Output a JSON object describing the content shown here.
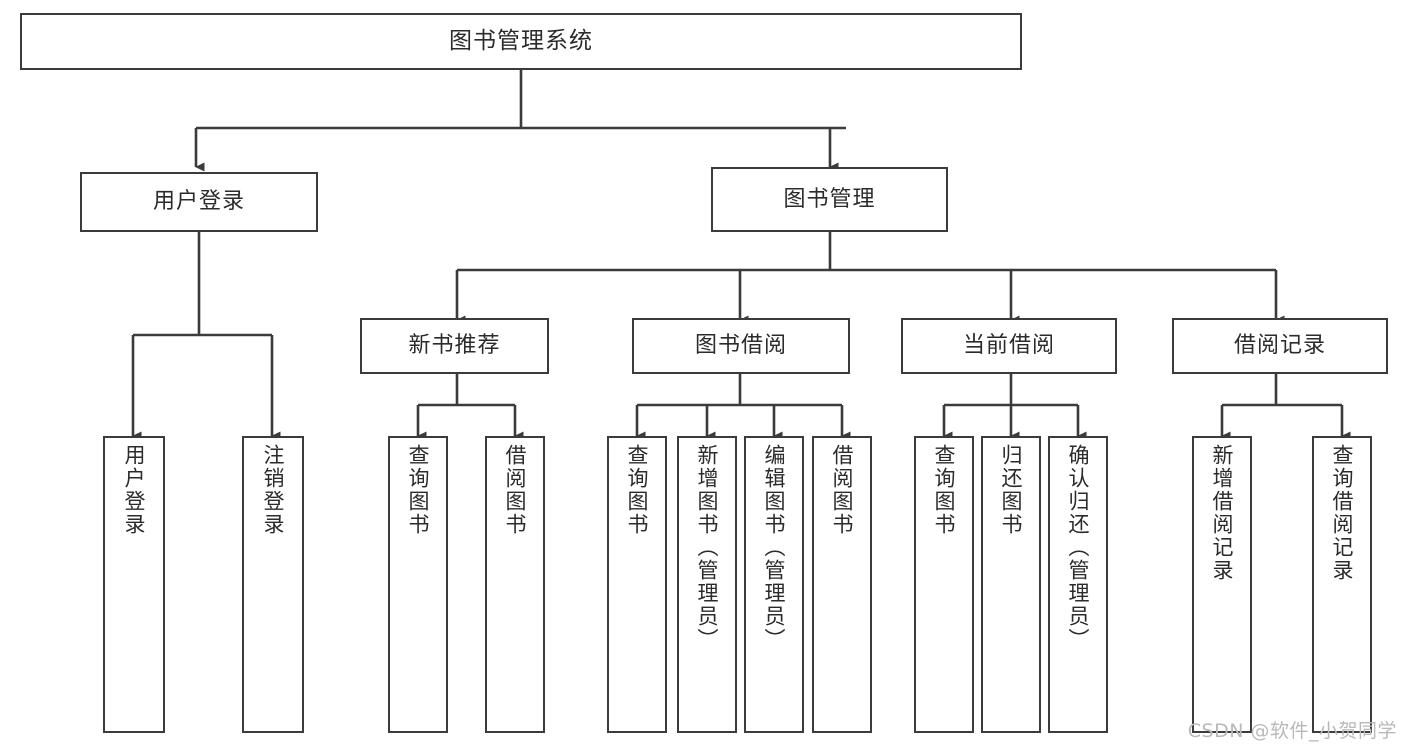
{
  "diagram": {
    "title_node": {
      "label": "图书管理系统"
    },
    "level2": [
      {
        "id": "user-login",
        "label": "用户登录"
      },
      {
        "id": "book-management",
        "label": "图书管理"
      }
    ],
    "level3": [
      {
        "id": "new-book-recommend",
        "label": "新书推荐"
      },
      {
        "id": "book-borrow",
        "label": "图书借阅"
      },
      {
        "id": "current-borrow",
        "label": "当前借阅"
      },
      {
        "id": "borrow-record",
        "label": "借阅记录"
      }
    ],
    "leaves": [
      {
        "id": "leaf-user-login",
        "label": "用户登录"
      },
      {
        "id": "leaf-logout-login",
        "label": "注销登录"
      },
      {
        "id": "leaf-query-book-1",
        "label": "查询图书"
      },
      {
        "id": "leaf-borrow-book-1",
        "label": "借阅图书"
      },
      {
        "id": "leaf-query-book-2",
        "label": "查询图书"
      },
      {
        "id": "leaf-add-book",
        "label": "新增图书（管理员）"
      },
      {
        "id": "leaf-edit-book",
        "label": "编辑图书（管理员）"
      },
      {
        "id": "leaf-borrow-book-2",
        "label": "借阅图书"
      },
      {
        "id": "leaf-query-book-3",
        "label": "查询图书"
      },
      {
        "id": "leaf-return-book",
        "label": "归还图书"
      },
      {
        "id": "leaf-confirm-return",
        "label": "确认归还（管理员）"
      },
      {
        "id": "leaf-add-borrow-record",
        "label": "新增借阅记录"
      },
      {
        "id": "leaf-query-borrow-record",
        "label": "查询借阅记录"
      }
    ],
    "watermark": {
      "text": "CSDN @软件_小贺同学"
    },
    "colors": {
      "border": "#3b3b3b",
      "background": "#ffffff",
      "text": "#2b2b2b",
      "watermark": "#b9b9b9"
    }
  }
}
